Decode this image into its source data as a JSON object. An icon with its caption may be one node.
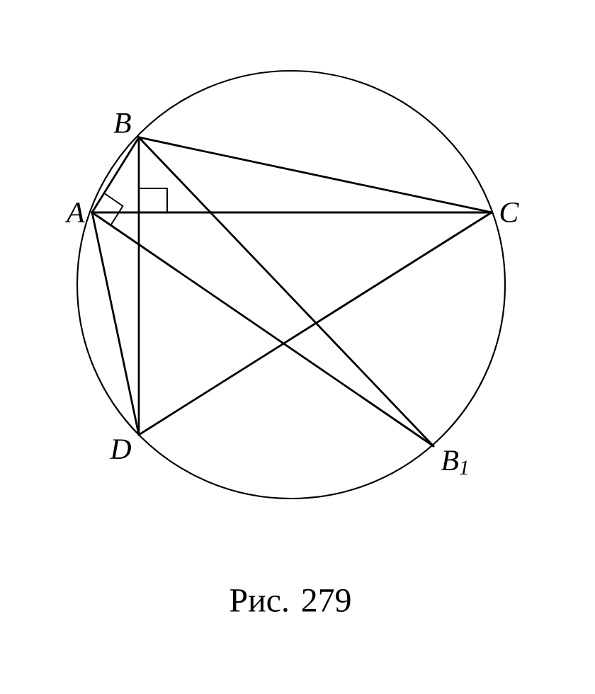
{
  "diagram": {
    "caption": "Рис. 279",
    "nodes": [
      {
        "text": [
          "B"
        ]
      },
      {
        "text": [
          "A"
        ]
      },
      {
        "text": [
          "C"
        ]
      },
      {
        "text": [
          "D"
        ]
      },
      {
        "text": [
          "B$_{1}$"
        ]
      }
    ],
    "edges": [
      {
        "from": 1,
        "to": 0,
        "arrow": "none"
      },
      {
        "from": 0,
        "to": 2,
        "arrow": "none"
      },
      {
        "from": 1,
        "to": 2,
        "arrow": "none"
      },
      {
        "from": 0,
        "to": 3,
        "arrow": "none"
      },
      {
        "from": 1,
        "to": 3,
        "arrow": "none"
      },
      {
        "from": 3,
        "to": 2,
        "arrow": "none"
      },
      {
        "from": 0,
        "to": 4,
        "arrow": "none"
      },
      {
        "from": 1,
        "to": 4,
        "arrow": "none"
      }
    ]
  }
}
